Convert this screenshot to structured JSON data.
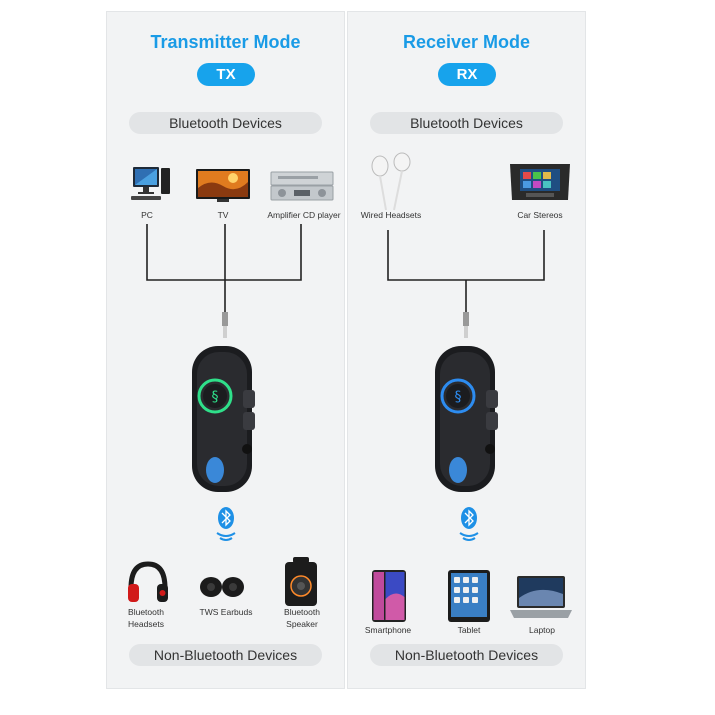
{
  "transmitter": {
    "title": "Transmitter Mode",
    "badge": "TX",
    "top_category": "Bluetooth Devices",
    "bottom_category": "Non-Bluetooth Devices",
    "top_devices": [
      "PC",
      "TV",
      "Amplifier CD player"
    ],
    "bottom_devices": [
      "Bluetooth Headsets",
      "TWS Earbuds",
      "Bluetooth Speaker"
    ],
    "ring_color": "#2fe08a"
  },
  "receiver": {
    "title": "Receiver Mode",
    "badge": "RX",
    "top_category": "Bluetooth Devices",
    "bottom_category": "Non-Bluetooth Devices",
    "top_devices": [
      "Wired Headsets",
      "Car Stereos"
    ],
    "bottom_devices": [
      "Smartphone",
      "Tablet",
      "Laptop"
    ],
    "ring_color": "#2d8cf0"
  },
  "colors": {
    "accent": "#1a9be6",
    "pill": "#17a3ec",
    "panel": "#f2f3f4",
    "bluetooth": "#1e90e6"
  }
}
